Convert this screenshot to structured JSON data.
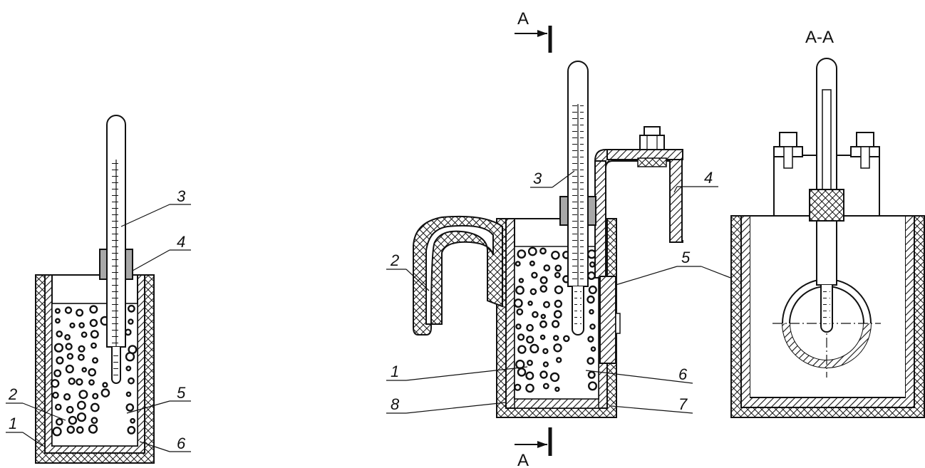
{
  "figure_left": {
    "labels": {
      "l1": "1",
      "l2": "2",
      "l3": "3",
      "l4": "4",
      "l5": "5",
      "l6": "6"
    }
  },
  "figure_right": {
    "section_mark": "A",
    "section_title": "A-A",
    "labels": {
      "l1": "1",
      "l2": "2",
      "l3": "3",
      "l4": "4",
      "l5": "5",
      "l6": "6",
      "l7": "7",
      "l8": "8"
    }
  }
}
